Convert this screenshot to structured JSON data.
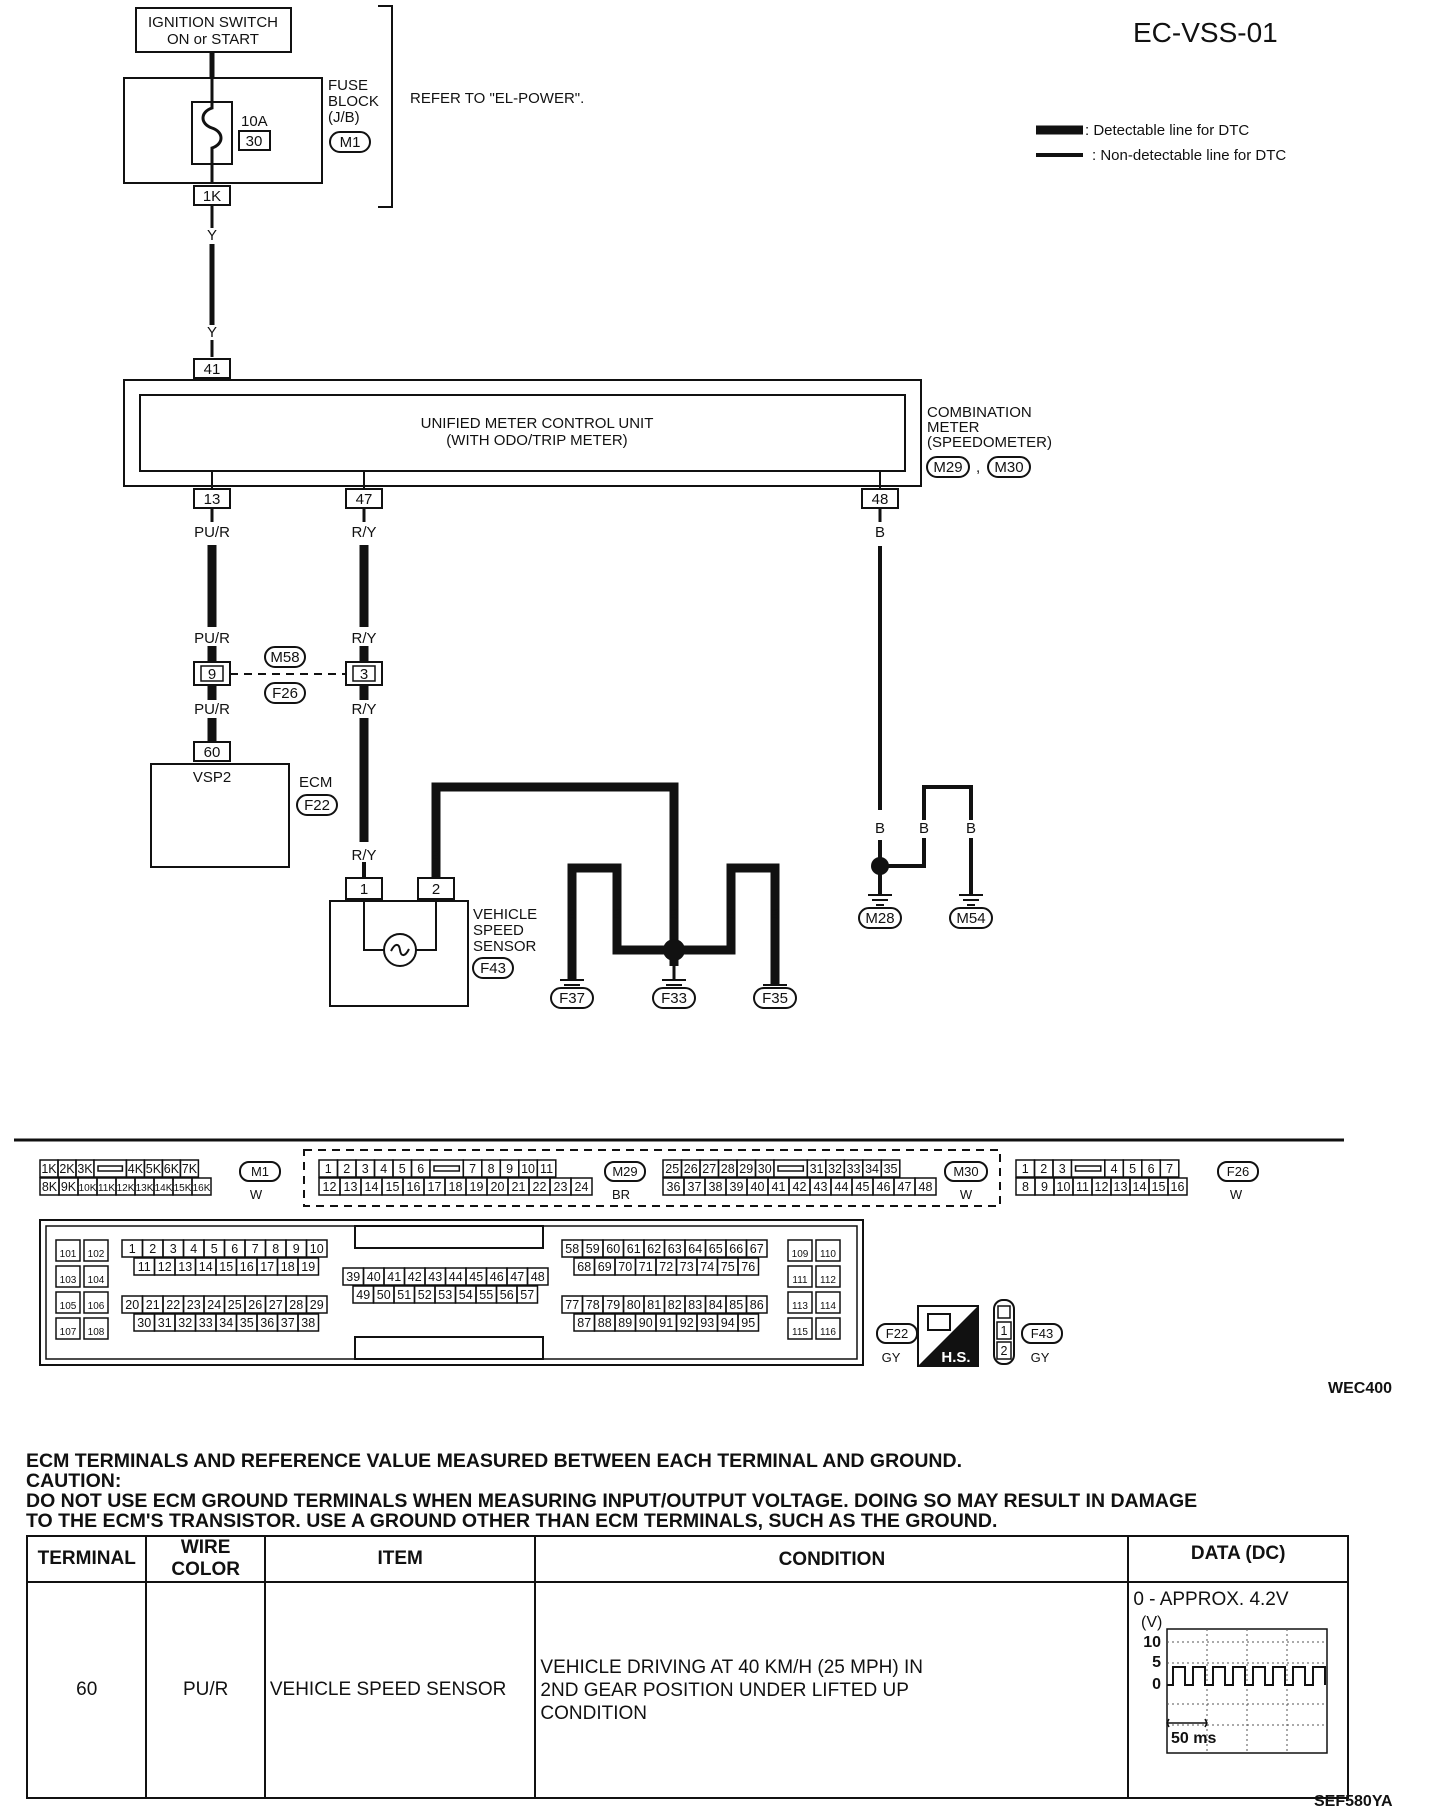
{
  "header": {
    "page_code": "EC-VSS-01",
    "figure_code": "WEC400",
    "table_figure_code": "SEF580YA"
  },
  "legend": {
    "detectable": ": Detectable line for DTC",
    "non_detectable": ": Non-detectable line for DTC"
  },
  "power": {
    "ignition_line1": "IGNITION SWITCH",
    "ignition_line2": "ON or START",
    "fuse_line1": "FUSE",
    "fuse_line2": "BLOCK",
    "fuse_line3": "(J/B)",
    "fuse_rating": "10A",
    "fuse_number": "30",
    "fuse_connector": "M1",
    "fuse_terminal": "1K",
    "refer_note": "REFER TO \"EL-POWER\"."
  },
  "meter": {
    "terminal_in": "41",
    "title_line1": "UNIFIED METER CONTROL UNIT",
    "title_line2": "(WITH ODO/TRIP METER)",
    "label_line1": "COMBINATION",
    "label_line2": "METER",
    "label_line3": "(SPEEDOMETER)",
    "connector_a": "M29",
    "connector_sep": ",",
    "connector_b": "M30",
    "terminal_a": "13",
    "terminal_b": "47",
    "terminal_c": "48"
  },
  "wires": {
    "y": "Y",
    "pur": "PU/R",
    "ry": "R/Y",
    "b": "B"
  },
  "junction": {
    "terminal_left": "9",
    "terminal_right": "3",
    "connector_top": "M58",
    "connector_bottom": "F26"
  },
  "ecm": {
    "terminal": "60",
    "signal": "VSP2",
    "label": "ECM",
    "connector": "F22"
  },
  "sensor": {
    "terminal_1": "1",
    "terminal_2": "2",
    "label_line1": "VEHICLE",
    "label_line2": "SPEED",
    "label_line3": "SENSOR",
    "connector": "F43"
  },
  "grounds": [
    "F37",
    "F33",
    "F35",
    "M28",
    "M54"
  ],
  "connectors": {
    "m1": {
      "id": "M1",
      "color": "W",
      "row1": [
        "1K",
        "2K",
        "3K",
        "",
        "4K",
        "5K",
        "6K",
        "7K"
      ],
      "row2": [
        "8K",
        "9K",
        "10K",
        "11K",
        "12K",
        "13K",
        "14K",
        "15K",
        "16K"
      ]
    },
    "m29": {
      "id": "M29",
      "color": "BR",
      "row1": [
        "1",
        "2",
        "3",
        "4",
        "5",
        "6",
        "",
        "7",
        "8",
        "9",
        "10",
        "11"
      ],
      "row2": [
        "12",
        "13",
        "14",
        "15",
        "16",
        "17",
        "18",
        "19",
        "20",
        "21",
        "22",
        "23",
        "24"
      ]
    },
    "m30": {
      "id": "M30",
      "color": "W",
      "row1": [
        "25",
        "26",
        "27",
        "28",
        "29",
        "30",
        "",
        "31",
        "32",
        "33",
        "34",
        "35"
      ],
      "row2": [
        "36",
        "37",
        "38",
        "39",
        "40",
        "41",
        "42",
        "43",
        "44",
        "45",
        "46",
        "47",
        "48"
      ]
    },
    "f26": {
      "id": "F26",
      "color": "W",
      "row1": [
        "1",
        "2",
        "3",
        "",
        "4",
        "5",
        "6",
        "7"
      ],
      "row2": [
        "8",
        "9",
        "10",
        "11",
        "12",
        "13",
        "14",
        "15",
        "16"
      ]
    },
    "f22": {
      "id": "F22",
      "color": "GY",
      "left_pairs": [
        [
          "101",
          "102"
        ],
        [
          "103",
          "104"
        ],
        [
          "105",
          "106"
        ],
        [
          "107",
          "108"
        ]
      ],
      "g1_r1": [
        "1",
        "2",
        "3",
        "4",
        "5",
        "6",
        "7",
        "8",
        "9",
        "10"
      ],
      "g1_r2": [
        "11",
        "12",
        "13",
        "14",
        "15",
        "16",
        "17",
        "18",
        "19"
      ],
      "g1_r3": [
        "20",
        "21",
        "22",
        "23",
        "24",
        "25",
        "26",
        "27",
        "28",
        "29"
      ],
      "g1_r4": [
        "30",
        "31",
        "32",
        "33",
        "34",
        "35",
        "36",
        "37",
        "38"
      ],
      "g2_r1": [
        "39",
        "40",
        "41",
        "42",
        "43",
        "44",
        "45",
        "46",
        "47",
        "48"
      ],
      "g2_r2": [
        "49",
        "50",
        "51",
        "52",
        "53",
        "54",
        "55",
        "56",
        "57"
      ],
      "g3_r1": [
        "58",
        "59",
        "60",
        "61",
        "62",
        "63",
        "64",
        "65",
        "66",
        "67"
      ],
      "g3_r2": [
        "68",
        "69",
        "70",
        "71",
        "72",
        "73",
        "74",
        "75",
        "76"
      ],
      "g3_r3": [
        "77",
        "78",
        "79",
        "80",
        "81",
        "82",
        "83",
        "84",
        "85",
        "86"
      ],
      "g3_r4": [
        "87",
        "88",
        "89",
        "90",
        "91",
        "92",
        "93",
        "94",
        "95"
      ],
      "right_pairs": [
        [
          "109",
          "110"
        ],
        [
          "111",
          "112"
        ],
        [
          "113",
          "114"
        ],
        [
          "115",
          "116"
        ]
      ]
    },
    "hs": "H.S.",
    "f43": {
      "id": "F43",
      "color": "GY",
      "pins": [
        "1",
        "2"
      ]
    }
  },
  "notes": {
    "heading": "ECM TERMINALS AND REFERENCE VALUE MEASURED BETWEEN EACH TERMINAL AND GROUND.",
    "caution_label": "CAUTION:",
    "caution_line1": "DO NOT USE ECM GROUND TERMINALS WHEN MEASURING INPUT/OUTPUT VOLTAGE. DOING SO MAY RESULT IN DAMAGE",
    "caution_line2": "TO THE ECM'S TRANSISTOR. USE A GROUND OTHER THAN ECM TERMINALS, SUCH AS THE GROUND."
  },
  "table": {
    "headers": {
      "terminal": "TERMINAL",
      "wire_color": "WIRE COLOR",
      "item": "ITEM",
      "condition": "CONDITION",
      "data": "DATA (DC)"
    },
    "row": {
      "terminal": "60",
      "wire_color": "PU/R",
      "item": "VEHICLE SPEED SENSOR",
      "condition_line1": "VEHICLE DRIVING AT 40 KM/H (25 MPH) IN",
      "condition_line2": "2ND GEAR POSITION UNDER LIFTED UP",
      "condition_line3": "CONDITION",
      "data_value": "0 - APPROX. 4.2V"
    },
    "waveform": {
      "unit": "(V)",
      "y_ticks": [
        "10",
        "5",
        "0"
      ],
      "time_div": "50 ms"
    }
  }
}
